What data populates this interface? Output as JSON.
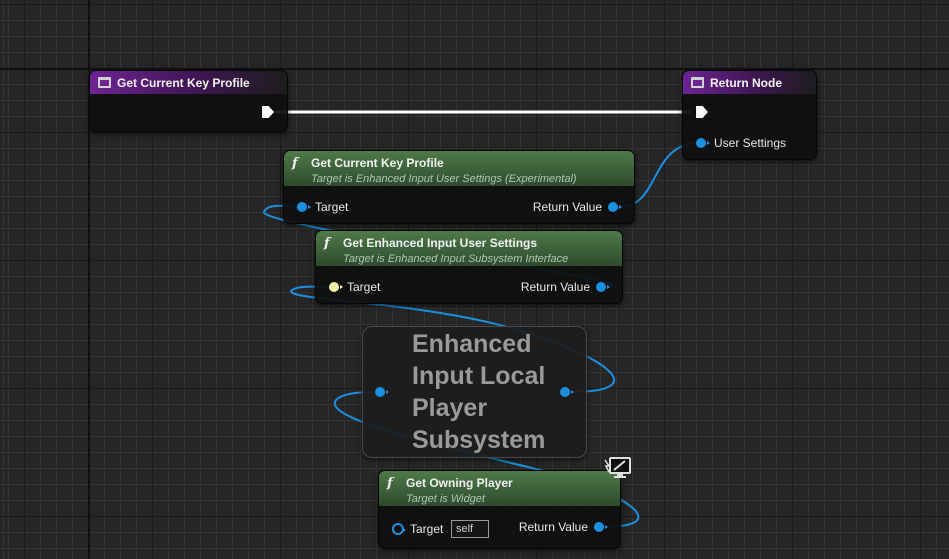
{
  "nodes": {
    "event_node": {
      "title": "Get Current Key Profile"
    },
    "return_node": {
      "title": "Return Node",
      "pin_user_settings": "User Settings"
    },
    "get_current_key_profile": {
      "title": "Get Current Key Profile",
      "subtitle": "Target is Enhanced Input User Settings (Experimental)",
      "pin_target": "Target",
      "pin_return": "Return Value"
    },
    "get_enhanced_input_user_settings": {
      "title": "Get Enhanced Input User Settings",
      "subtitle": "Target is Enhanced Input Subsystem Interface",
      "pin_target": "Target",
      "pin_return": "Return Value"
    },
    "subsystem": {
      "title": "Enhanced Input Local Player Subsystem"
    },
    "get_owning_player": {
      "title": "Get Owning Player",
      "subtitle": "Target is Widget",
      "pin_target": "Target",
      "self_value": "self",
      "pin_return": "Return Value"
    }
  },
  "colors": {
    "object_pin": "#1b90e0",
    "interface_pin": "#f0f0a8",
    "exec_pin": "#ffffff",
    "event_header": "#6d2392",
    "function_header": "#4f7a4a",
    "graph_background": "#262626"
  },
  "icons": {
    "function": "function-icon",
    "event": "event-node-icon",
    "replication": "network-replication-icon"
  }
}
